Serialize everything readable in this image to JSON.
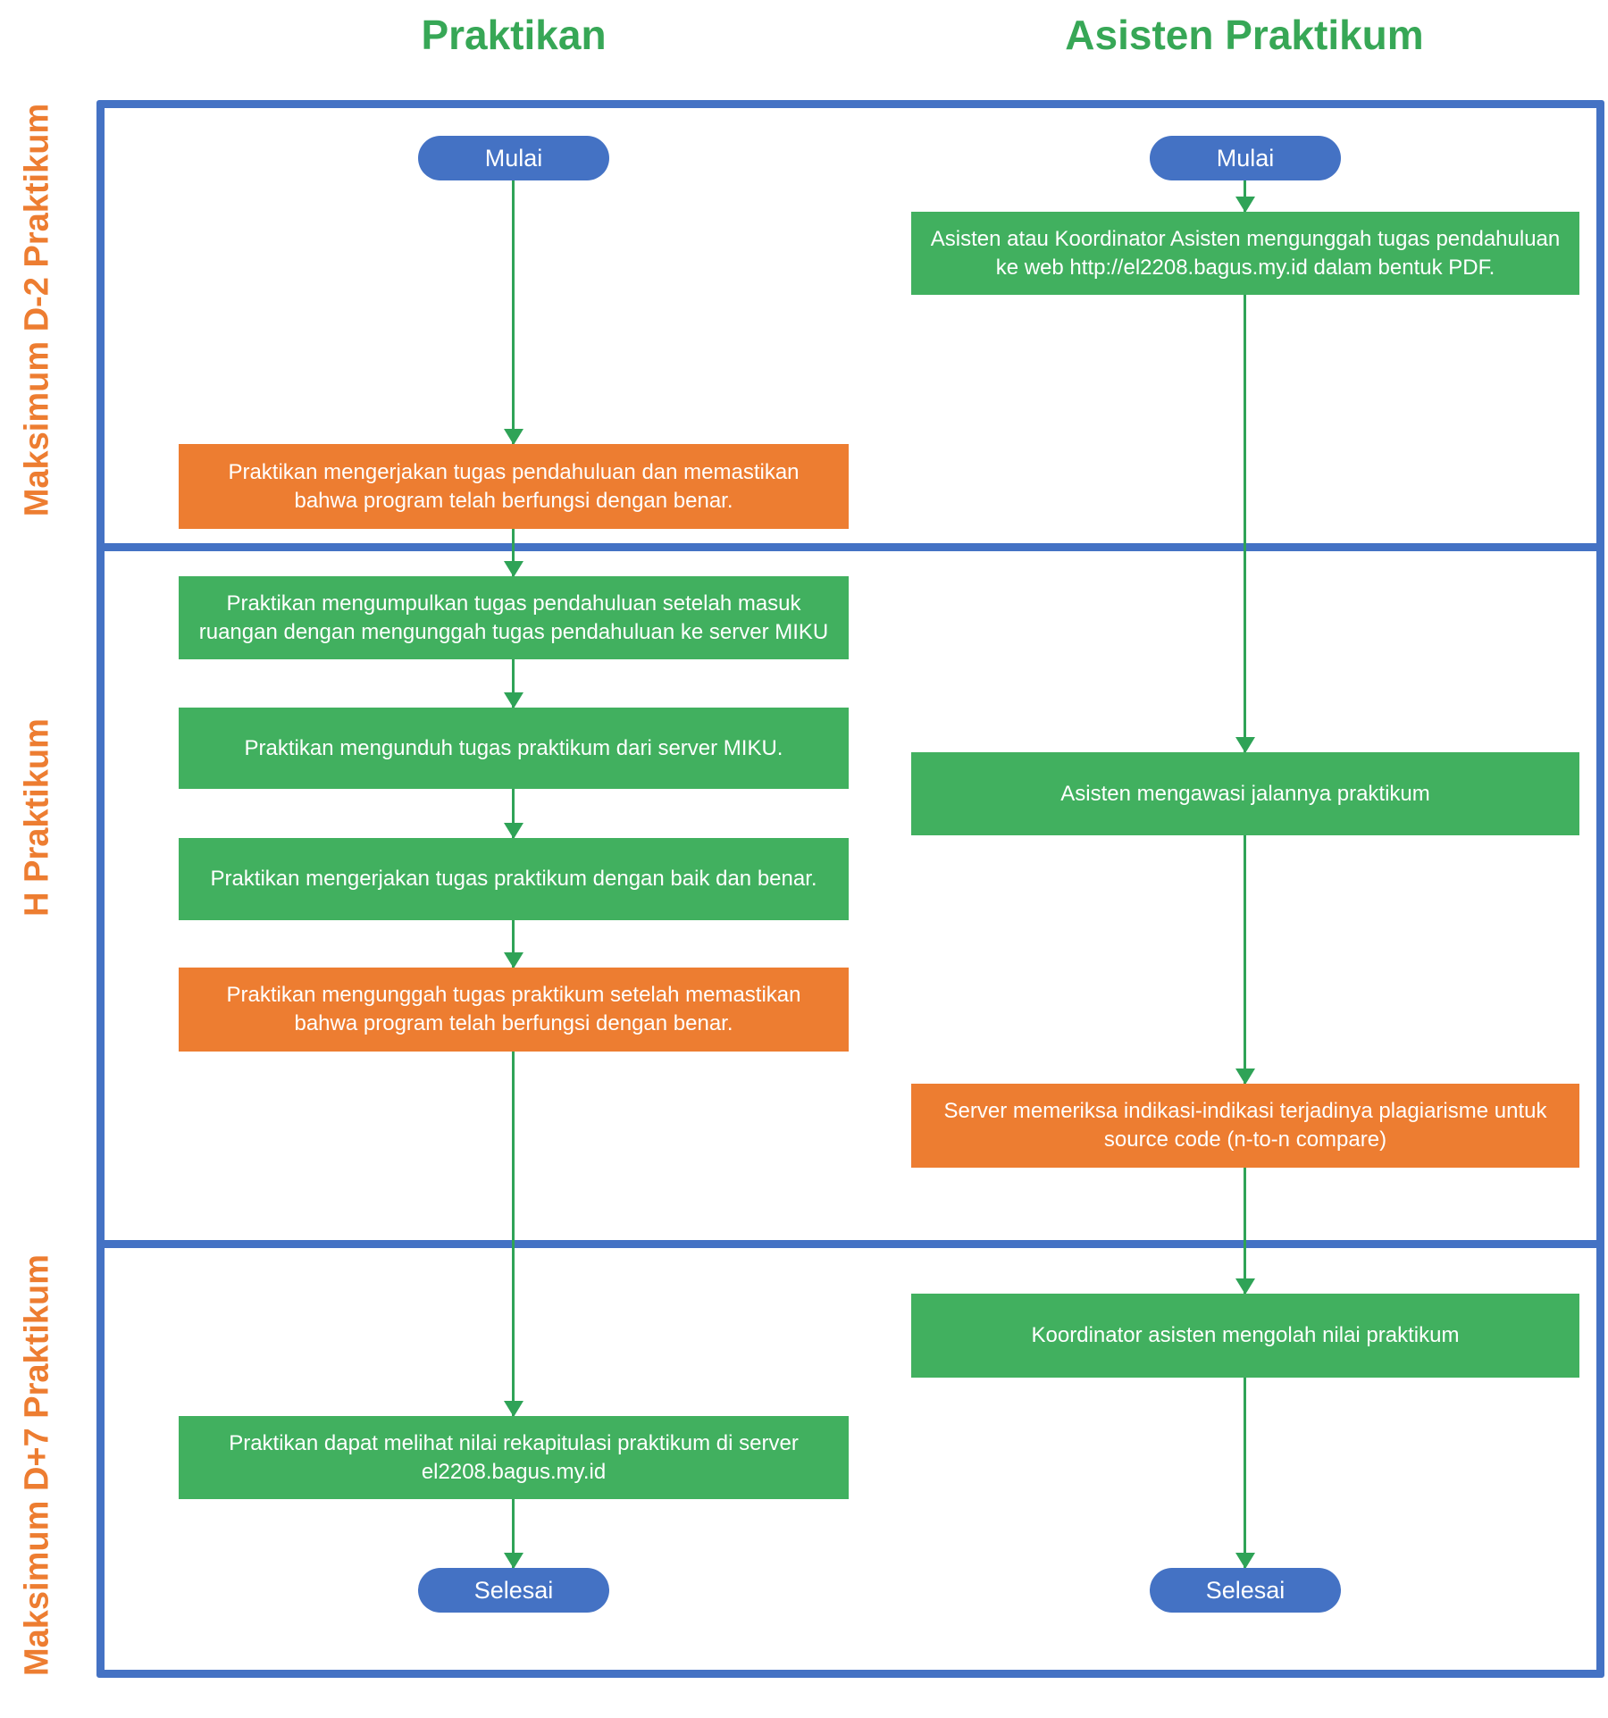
{
  "columns": {
    "praktikan": {
      "title": "Praktikan",
      "start_label": "Mulai",
      "end_label": "Selesai",
      "steps": [
        {
          "type": "orange",
          "text": "Praktikan mengerjakan tugas pendahuluan dan memastikan bahwa program telah berfungsi dengan benar."
        },
        {
          "type": "green",
          "text": "Praktikan mengumpulkan tugas pendahuluan setelah masuk ruangan dengan mengunggah tugas pendahuluan ke server MIKU"
        },
        {
          "type": "green",
          "text": "Praktikan mengunduh tugas praktikum dari server MIKU."
        },
        {
          "type": "green",
          "text": "Praktikan mengerjakan tugas praktikum dengan baik dan benar."
        },
        {
          "type": "orange",
          "text": "Praktikan mengunggah tugas praktikum setelah memastikan bahwa program telah berfungsi dengan benar."
        },
        {
          "type": "green",
          "text": "Praktikan dapat melihat nilai rekapitulasi praktikum di server el2208.bagus.my.id"
        }
      ]
    },
    "asisten": {
      "title": "Asisten Praktikum",
      "start_label": "Mulai",
      "end_label": "Selesai",
      "steps": [
        {
          "type": "green",
          "text": "Asisten atau Koordinator Asisten mengunggah tugas pendahuluan ke web http://el2208.bagus.my.id dalam bentuk PDF."
        },
        {
          "type": "green",
          "text": "Asisten mengawasi jalannya praktikum"
        },
        {
          "type": "orange",
          "text": "Server memeriksa indikasi-indikasi terjadinya plagiarisme untuk source code  (n-to-n compare)"
        },
        {
          "type": "green",
          "text": "Koordinator asisten mengolah nilai praktikum"
        }
      ]
    }
  },
  "lanes": [
    {
      "label": "Maksimum D-2 Praktikum"
    },
    {
      "label": "H Praktikum"
    },
    {
      "label": "Maksimum D+7 Praktikum"
    }
  ],
  "colors": {
    "frame_blue": "#4472C4",
    "terminator_blue": "#4472C4",
    "process_green": "#41B05F",
    "process_orange": "#ED7D31",
    "title_green": "#37A756",
    "lane_label_orange": "#ED7D31",
    "arrow_green": "#2FA357"
  }
}
